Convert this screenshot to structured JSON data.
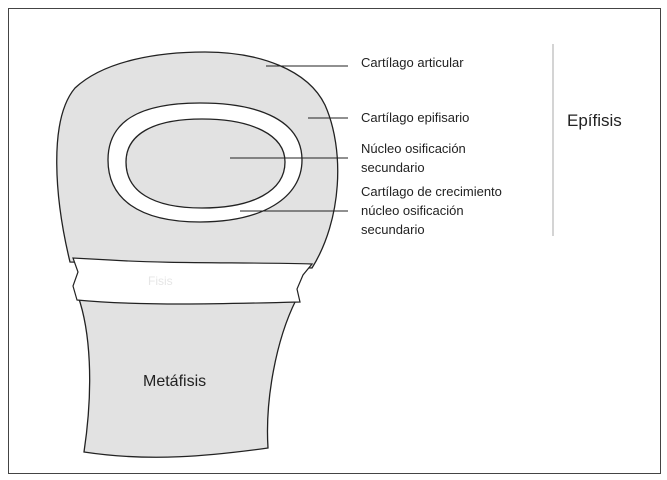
{
  "labels": {
    "articular_cartilage": "Cartílago articular",
    "epiphyseal_cartilage": "Cartílago epifisario",
    "secondary_ossification_nucleus": [
      "Núcleo osificación",
      "secundario"
    ],
    "growth_cartilage": [
      "Cartílago de crecimiento",
      "núcleo osificación",
      "secundario"
    ],
    "epiphysis": "Epífisis",
    "physis": "Fisis",
    "metaphysis": "Metáfisis"
  },
  "colors": {
    "bone_fill": "#e2e2e2",
    "cartilage_fill": "#ffffff",
    "outline": "#222222",
    "frame": "#444444"
  }
}
